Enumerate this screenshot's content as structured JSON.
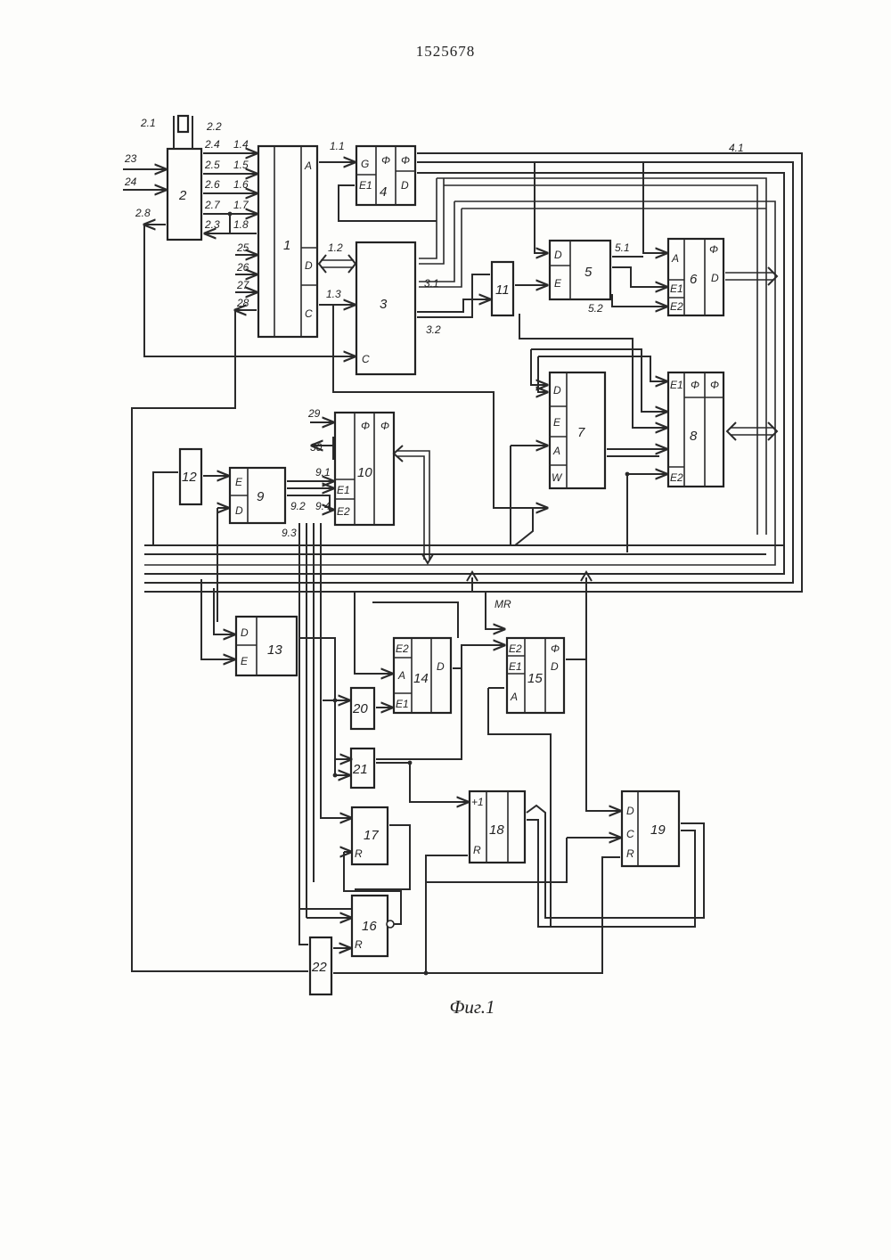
{
  "header": {
    "patent_number": "1525678"
  },
  "caption": "Фиг.1",
  "blocks": [
    {
      "id": "1",
      "label": "1"
    },
    {
      "id": "2",
      "label": "2"
    },
    {
      "id": "3",
      "label": "3"
    },
    {
      "id": "4",
      "label": "4"
    },
    {
      "id": "5",
      "label": "5"
    },
    {
      "id": "6",
      "label": "6"
    },
    {
      "id": "7",
      "label": "7"
    },
    {
      "id": "8",
      "label": "8"
    },
    {
      "id": "9",
      "label": "9"
    },
    {
      "id": "10",
      "label": "10"
    },
    {
      "id": "11",
      "label": "11"
    },
    {
      "id": "12",
      "label": "12"
    },
    {
      "id": "13",
      "label": "13"
    },
    {
      "id": "14",
      "label": "14"
    },
    {
      "id": "15",
      "label": "15"
    },
    {
      "id": "16",
      "label": "16"
    },
    {
      "id": "17",
      "label": "17"
    },
    {
      "id": "18",
      "label": "18"
    },
    {
      "id": "19",
      "label": "19"
    },
    {
      "id": "20",
      "label": "20"
    },
    {
      "id": "21",
      "label": "21"
    },
    {
      "id": "22",
      "label": "22"
    }
  ],
  "port_labels": {
    "b1_A": "A",
    "b1_D": "D",
    "b1_C": "C",
    "b3_C": "C",
    "b4_G": "G",
    "b4_E1": "E1",
    "b4_phi": "Φ",
    "b4_D": "D",
    "b5_D": "D",
    "b5_E": "E",
    "b6_A": "A",
    "b6_E1": "E1",
    "b6_E2": "E2",
    "b6_phi": "Φ",
    "b6_D": "D",
    "b7_D": "D",
    "b7_E": "E",
    "b7_A": "A",
    "b7_W": "W",
    "b8_E1": "E1",
    "b8_phi1": "Φ",
    "b8_phi2": "Φ",
    "b8_E2": "E2",
    "b9_E": "E",
    "b9_D": "D",
    "b10_phi1": "Φ",
    "b10_phi2": "Φ",
    "b10_E1": "E1",
    "b10_E2": "E2",
    "b13_D": "D",
    "b13_E": "E",
    "b14_E2": "E2",
    "b14_A": "A",
    "b14_E1": "E1",
    "b14_D": "D",
    "b15_E2": "E2",
    "b15_E1": "E1",
    "b15_A": "A",
    "b15_phi": "Φ",
    "b15_D": "D",
    "b16_R": "R",
    "b17_R": "R",
    "b18_plus1": "+1",
    "b18_R": "R",
    "b19_D": "D",
    "b19_C": "C",
    "b19_R": "R"
  },
  "signal_labels": {
    "s2_1": "2.1",
    "s2_2": "2.2",
    "s23": "23",
    "s24": "24",
    "s2_8": "2.8",
    "s2_4": "2.4",
    "s2_5": "2.5",
    "s2_6": "2.6",
    "s2_7": "2.7",
    "s2_3": "2.3",
    "s1_4": "1.4",
    "s1_5": "1.5",
    "s1_6": "1.6",
    "s1_7": "1.7",
    "s1_8": "1.8",
    "s25": "25",
    "s26": "26",
    "s27": "27",
    "s28": "28",
    "s1_1": "1.1",
    "s1_2": "1.2",
    "s1_3": "1.3",
    "s3_1": "3.1",
    "s3_2": "3.2",
    "s4_1": "4.1",
    "s5_1": "5.1",
    "s5_2": "5.2",
    "s29": "29",
    "s30": "30",
    "s9_1": "9.1",
    "s9_2": "9.2",
    "s9_3": "9.3",
    "s9_4": "9.4",
    "sMR": "MR"
  }
}
